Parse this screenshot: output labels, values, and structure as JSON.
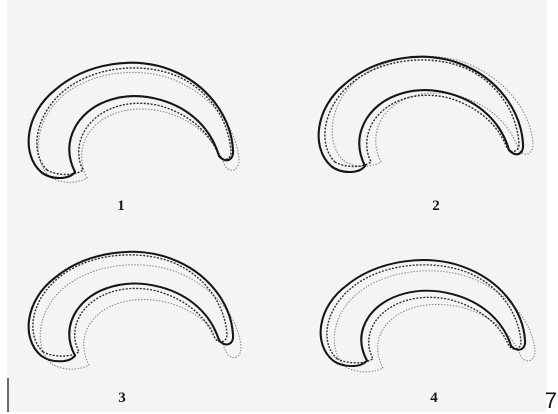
{
  "panels": [
    {
      "label": "1"
    },
    {
      "label": "2"
    },
    {
      "label": "3"
    },
    {
      "label": "4"
    }
  ],
  "page_number": "7"
}
